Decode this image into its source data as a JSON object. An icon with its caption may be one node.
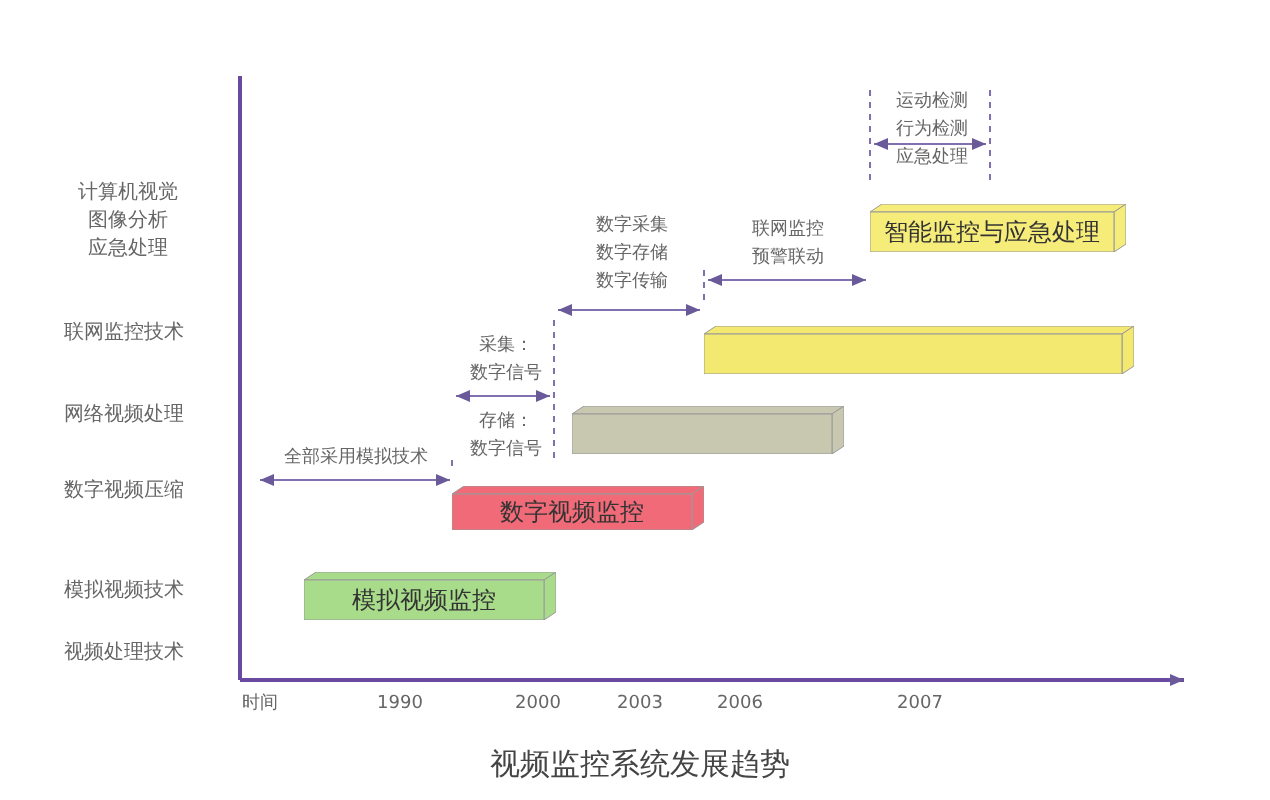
{
  "diagram": {
    "caption": "视频监控系统发展趋势",
    "nodes": [
      {
        "text": [
          "智能监控与应急处理"
        ]
      },
      {
        "text": [],
        "shape": "bar"
      },
      {
        "text": [],
        "shape": "bar"
      },
      {
        "text": [
          "数字视频监控"
        ]
      },
      {
        "text": [
          "模拟视频监控"
        ]
      }
    ],
    "labels": [
      "运动检测行为检测应急处理",
      "计算机视觉图像分析应急处理",
      "数字采集数字存储数字传输",
      "联网监控预警联动",
      "联网监控技术",
      "采集：数字信号",
      "网络视频处理",
      "存储：数字信号",
      "全部采用模拟技术",
      "数字视频压缩",
      "模拟视频技术",
      "视频处理技术",
      "时间",
      "1990",
      "2000",
      "2003",
      "2006",
      "2007"
    ]
  }
}
